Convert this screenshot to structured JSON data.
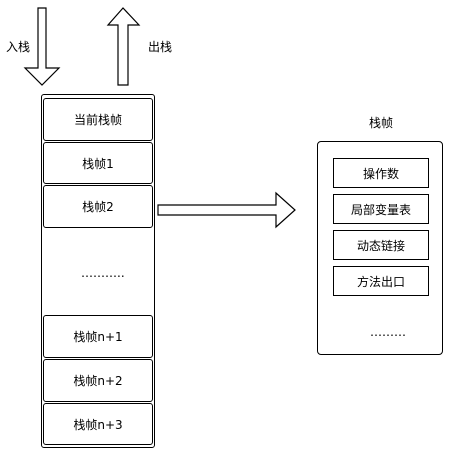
{
  "labels": {
    "push": "入栈",
    "pop": "出栈",
    "detail_title": "栈帧"
  },
  "stack": {
    "frames": [
      "当前栈帧",
      "栈帧1",
      "栈帧2",
      "栈帧n+1",
      "栈帧n+2",
      "栈帧n+3"
    ],
    "ellipsis": "……….."
  },
  "frame_detail": {
    "items": [
      "操作数",
      "局部变量表",
      "动态链接",
      "方法出口"
    ],
    "ellipsis": "………"
  }
}
